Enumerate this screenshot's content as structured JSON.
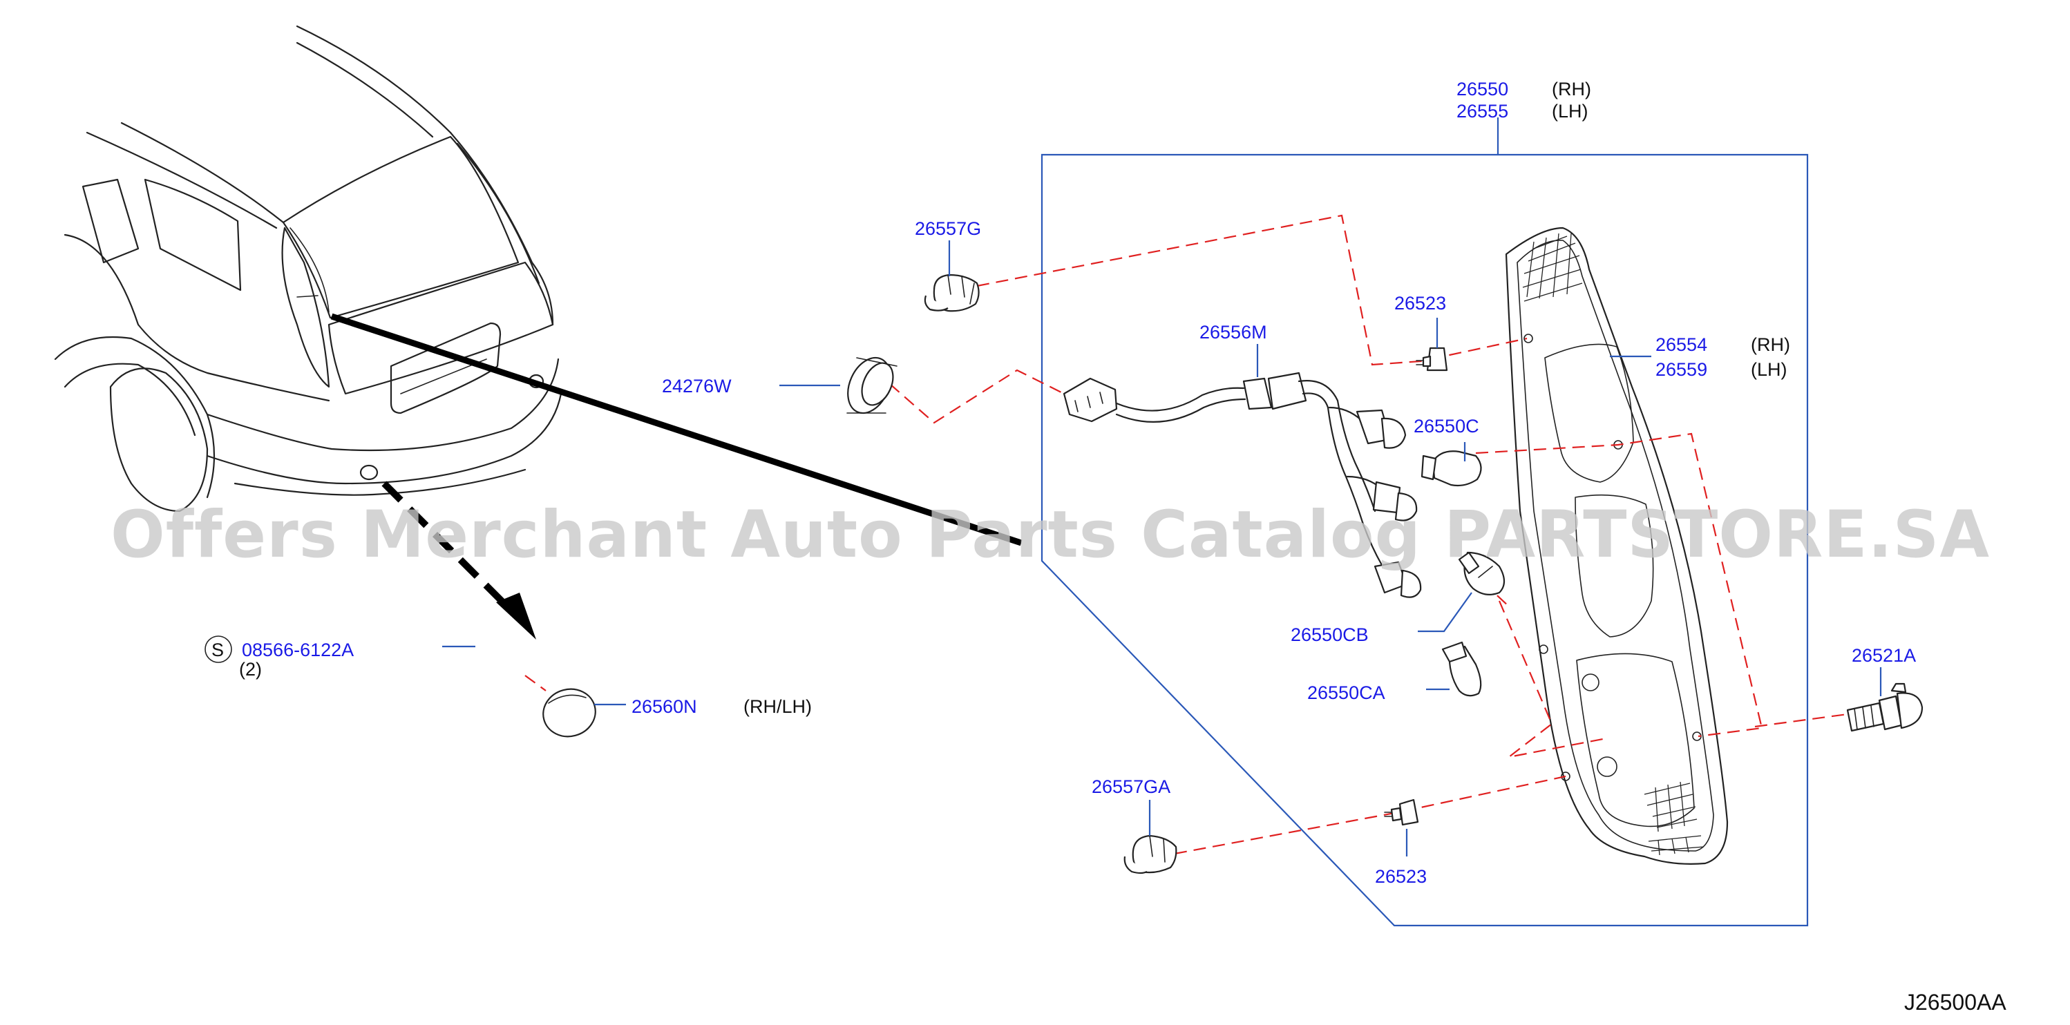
{
  "diagram": {
    "id_code": "J26500AA",
    "watermark": "Offers Merchant Auto Parts Catalog PARTSTORE.SA"
  },
  "parts": {
    "assembly_rh": "26550",
    "assembly_lh": "26555",
    "rh_tag": "(RH)",
    "lh_tag": "(LH)",
    "p26557g": "26557G",
    "p24276w": "24276W",
    "p26556m": "26556M",
    "p26523_top": "26523",
    "p26554": "26554",
    "p26559": "26559",
    "p26554_rh": "(RH)",
    "p26559_lh": "(LH)",
    "p26550c": "26550C",
    "p26550cb": "26550CB",
    "p26550ca": "26550CA",
    "p26521a": "26521A",
    "p26557ga": "26557GA",
    "p26523_bottom": "26523",
    "screw_symbol": "S",
    "screw": "08566-6122A",
    "screw_qty": "(2)",
    "p26560n": "26560N",
    "p26560n_side": "(RH/LH)"
  },
  "colors": {
    "part_number": "#1a1ae6",
    "leader_line": "#2a58b8",
    "dashed_link": "#e02020",
    "outline": "#222222"
  }
}
